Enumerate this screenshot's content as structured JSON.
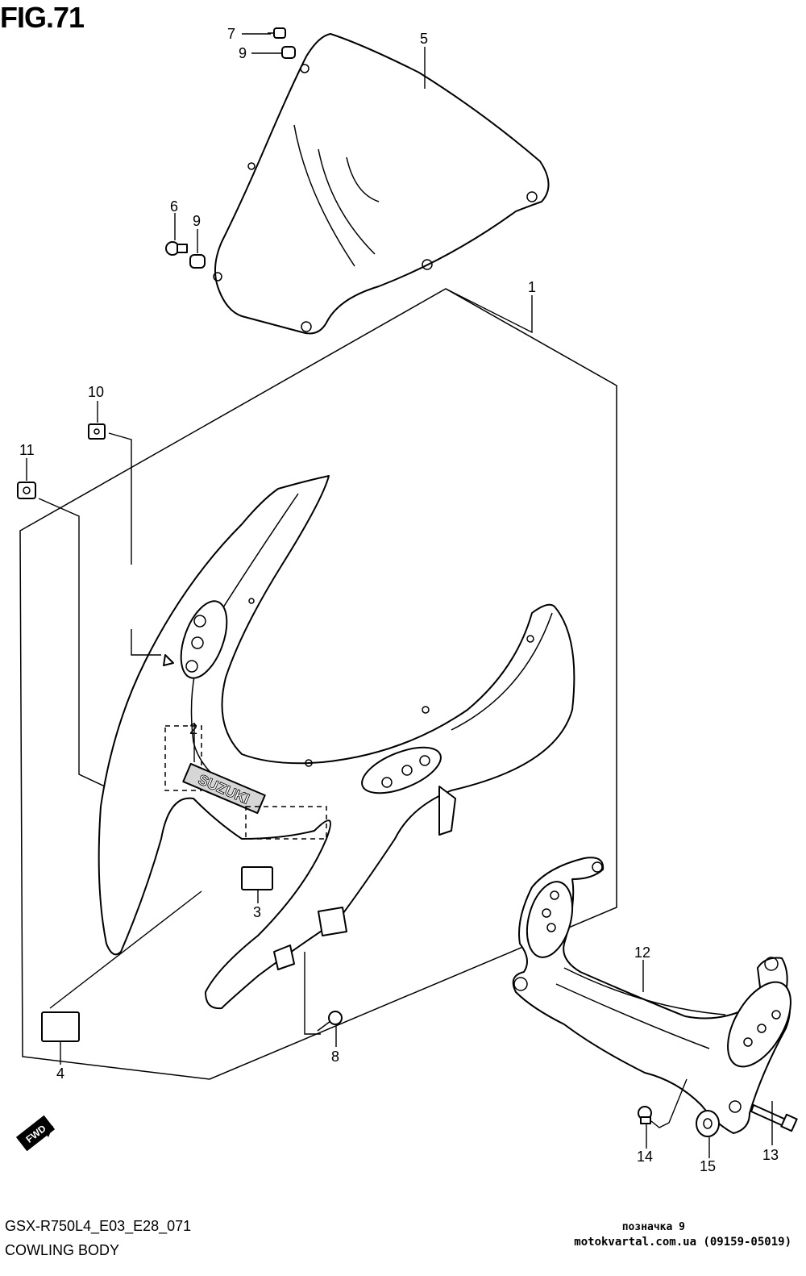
{
  "figure": {
    "title": "FIG.71",
    "model_code": "GSX-R750L4_E03_E28_071",
    "section_name": "COWLING BODY",
    "note": "позначка 9",
    "site": "motokvartal.com.ua (09159-05019)"
  },
  "callouts": [
    {
      "id": "c1",
      "number": "1"
    },
    {
      "id": "c2",
      "number": "2"
    },
    {
      "id": "c3",
      "number": "3"
    },
    {
      "id": "c4",
      "number": "4"
    },
    {
      "id": "c5",
      "number": "5"
    },
    {
      "id": "c6",
      "number": "6"
    },
    {
      "id": "c7",
      "number": "7"
    },
    {
      "id": "c8",
      "number": "8"
    },
    {
      "id": "c9a",
      "number": "9"
    },
    {
      "id": "c9b",
      "number": "9"
    },
    {
      "id": "c10",
      "number": "10"
    },
    {
      "id": "c11",
      "number": "11"
    },
    {
      "id": "c12",
      "number": "12"
    },
    {
      "id": "c13",
      "number": "13"
    },
    {
      "id": "c14",
      "number": "14"
    },
    {
      "id": "c15",
      "number": "15"
    }
  ],
  "decal_text": "SUZUKI",
  "direction_badge": "FWD",
  "colors": {
    "ink": "#000000",
    "paper": "#ffffff"
  }
}
